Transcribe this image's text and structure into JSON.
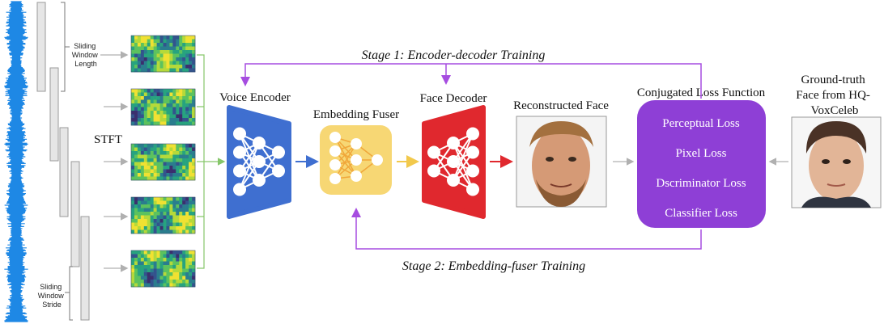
{
  "labels": {
    "sliding_window_length": [
      "Sliding",
      "Window",
      "Length"
    ],
    "sliding_window_stride": [
      "Sliding",
      "Window",
      "Stride"
    ],
    "stft": "STFT",
    "voice_encoder": "Voice Encoder",
    "embedding_fuser": "Embedding Fuser",
    "face_decoder": "Face Decoder",
    "reconstructed_face": "Reconstructed Face",
    "conjugated_loss_function": "Conjugated Loss Function",
    "ground_truth": [
      "Ground-truth",
      "Face from HQ-",
      "VoxCeleb"
    ],
    "stage1": "Stage 1: Encoder-decoder Training",
    "stage2": "Stage 2: Embedding-fuser Training"
  },
  "losses": [
    "Perceptual Loss",
    "Pixel Loss",
    "Dscriminator Loss",
    "Classifier Loss"
  ],
  "colors": {
    "waveform": "#1e88e5",
    "encoder": "#3f6fd0",
    "fuser": "#f7d774",
    "decoder": "#e0282e",
    "loss_box": "#8e3fd6",
    "stage_arrow": "#a64de0",
    "spec_arrow": "#86c66a",
    "gray": "#b0b0b0"
  },
  "icons": {
    "encoder": "neural-network-icon",
    "fuser": "fusion-network-icon",
    "decoder": "neural-network-icon",
    "reconstructed_face": "face-photo-icon",
    "ground_truth_face": "face-photo-icon"
  }
}
